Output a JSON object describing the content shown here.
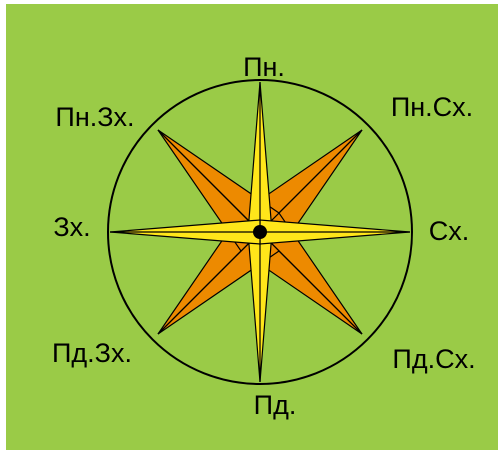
{
  "compass": {
    "labels": {
      "n": "Пн.",
      "ne": "Пн.Сх.",
      "e": "Сх.",
      "se": "Пд.Сх.",
      "s": "Пд.",
      "sw": "Пд.Зх.",
      "w": "Зх.",
      "nw": "Пн.Зх."
    }
  },
  "colors": {
    "background": "#9acb47",
    "cardinal_points": "#ffe61a",
    "intercardinal_points": "#ed8a00",
    "outline": "#000000"
  }
}
